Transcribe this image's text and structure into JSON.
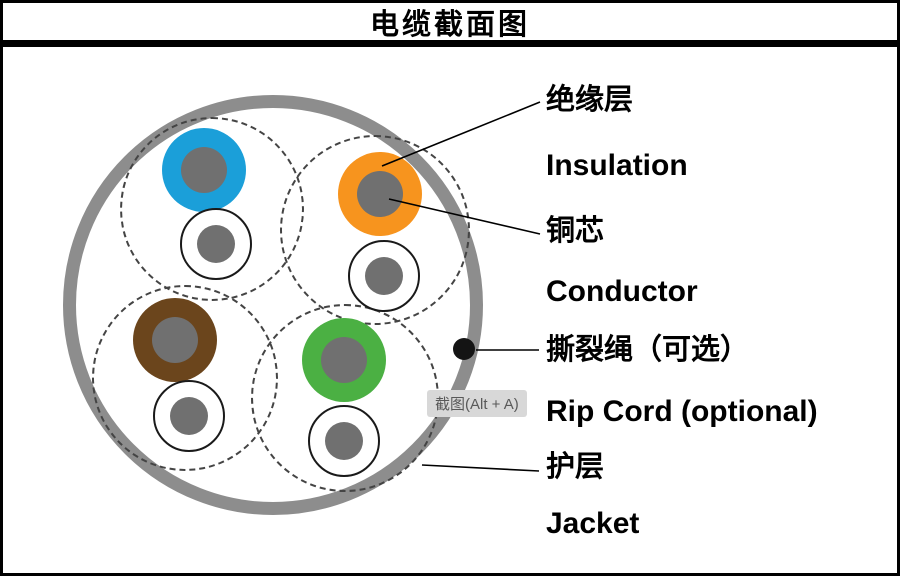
{
  "title": "电缆截面图",
  "tooltip": {
    "text": "截图(Alt + A)"
  },
  "labels": {
    "insulation": {
      "zh": "绝缘层",
      "en": "Insulation"
    },
    "conductor": {
      "zh": "铜芯",
      "en": "Conductor"
    },
    "rip_cord": {
      "zh": "撕裂绳（可选）",
      "en": "Rip Cord (optional)"
    },
    "jacket": {
      "zh": "护层",
      "en": "Jacket"
    }
  },
  "colors": {
    "jacket_ring": "#8d8d8d",
    "wire_core": "#707070",
    "insulation_blue": "#1b9fd9",
    "insulation_orange": "#f7941e",
    "insulation_brown": "#6b451c",
    "insulation_green": "#4bb043",
    "rip_cord": "#141414"
  }
}
